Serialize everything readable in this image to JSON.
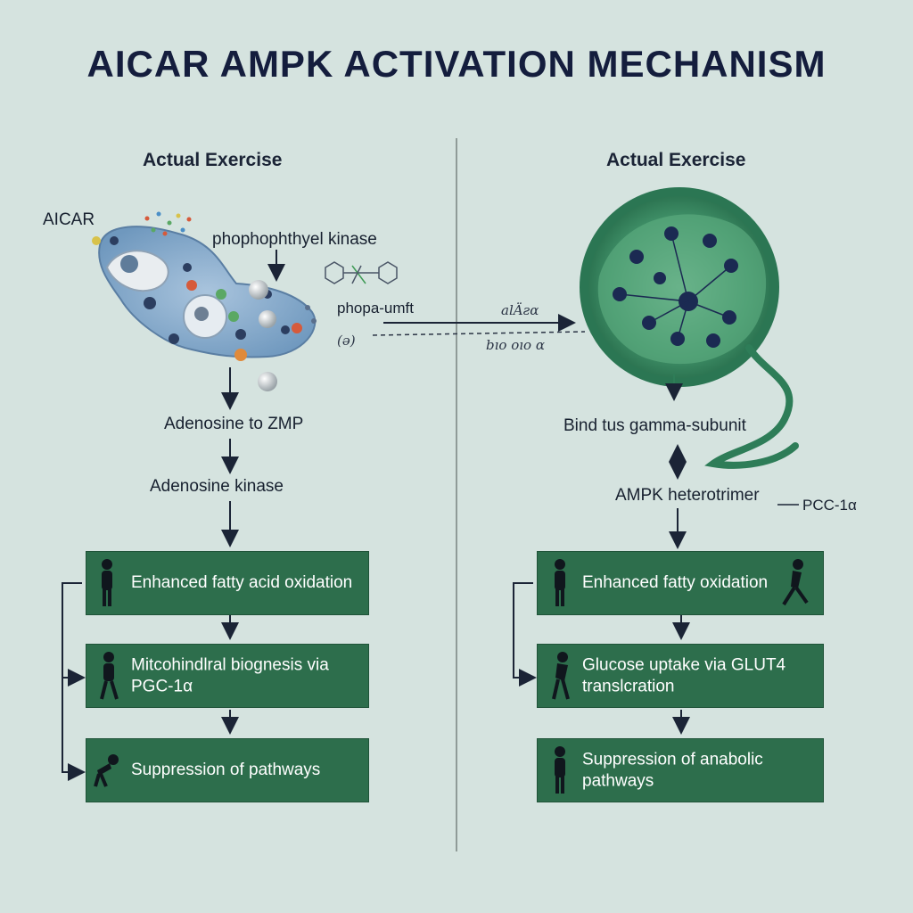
{
  "title": "AICAR AMPK ACTIVATION MECHANISM",
  "colors": {
    "background": "#d5e3df",
    "box_fill": "#2d6e4c",
    "cell_left": "#7aa3c8",
    "cell_right": "#3e8d66",
    "arrow": "#1b2436"
  },
  "left": {
    "heading": "Actual Exercise",
    "aicar_label": "AICAR",
    "enzyme_label": "phophophthyel kinase",
    "transport_label": "phopa-umft",
    "small_symbol": "(ə)",
    "step1": "Adenosine to ZMP",
    "step2": "Adenosine kinase",
    "boxes": [
      "Enhanced fatty acid oxidation",
      "Mitcohindlral biognesis via PGC-1α",
      "Suppression of pathways"
    ]
  },
  "middle": {
    "label_top": "alÄƨα",
    "label_bottom": "bıo oıo α"
  },
  "right": {
    "heading": "Actual Exercise",
    "bind_label": "Bind tus gamma-subunit",
    "ampk_label": "AMPK heterotrimer",
    "pgc_label": "PCC-1α",
    "boxes": [
      "Enhanced fatty oxidation",
      "Glucose uptake via GLUT4 translcration",
      "Suppression of anabolic pathways"
    ]
  }
}
